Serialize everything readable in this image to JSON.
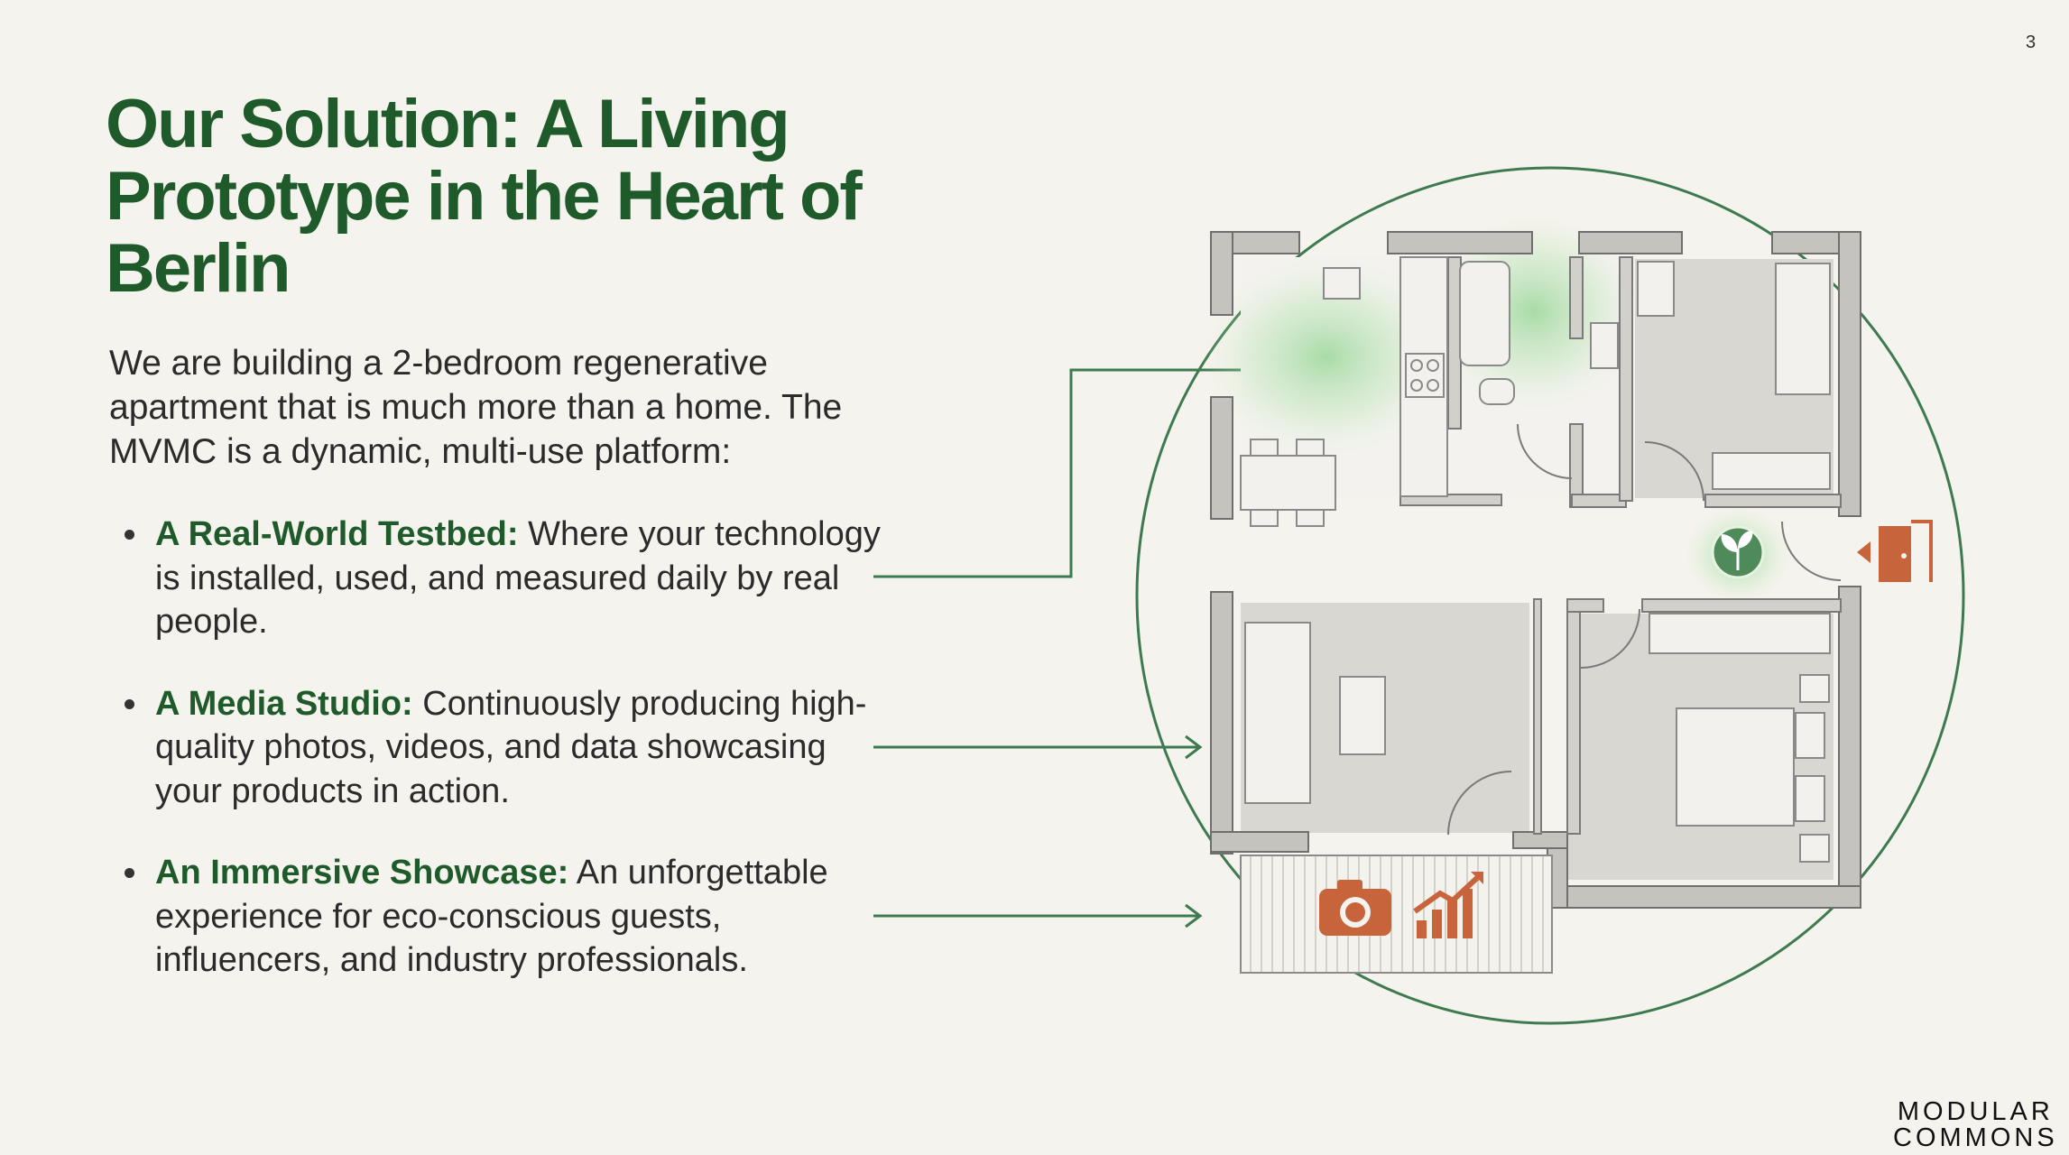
{
  "slide": {
    "page_number": "3",
    "title": "Our Solution: A Living Prototype in the Heart of Berlin",
    "intro": "We are building a 2-bedroom regenerative apartment that is much more than a home. The MVMC is a dynamic, multi-use platform:",
    "bullets": [
      {
        "term": "A Real-World Testbed:",
        "text": " Where your technology is installed, used, and measured daily by real people."
      },
      {
        "term": "A Media Studio:",
        "text": " Continuously producing high-quality photos, videos, and data showcasing your products in action."
      },
      {
        "term": "An Immersive Showcase:",
        "text": " An unforgettable experience for eco-conscious guests, influencers, and industry professionals."
      }
    ]
  },
  "floor_plan": {
    "icons": [
      "sprout-icon",
      "entrance-door-icon",
      "camera-icon",
      "growth-chart-icon"
    ]
  },
  "logo": {
    "line1": "MODULAR",
    "line2": "COMMONS"
  },
  "colors": {
    "title_green": "#1f5a2b",
    "accent_green": "#3d7a4f",
    "terracotta": "#c8643c",
    "wall_gray": "#8a8a8a",
    "room_gray": "#d9d7d2",
    "background": "#f5f3ed"
  }
}
